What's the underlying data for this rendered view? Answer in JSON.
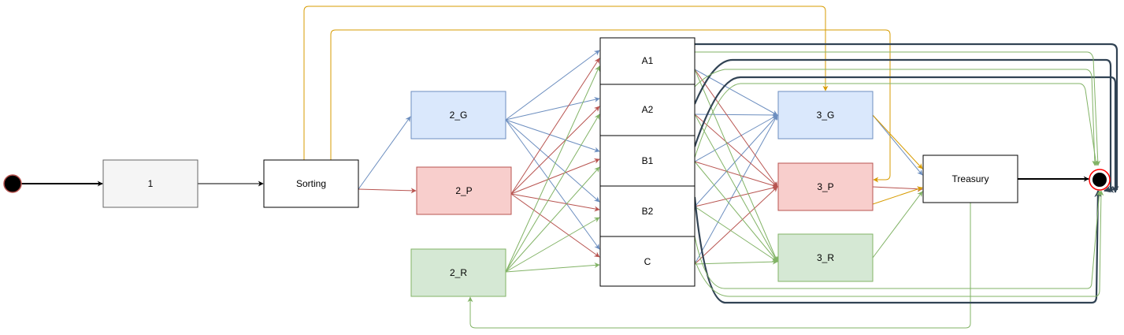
{
  "diagram": {
    "nodes": {
      "n1": "1",
      "sorting": "Sorting",
      "g2": "2_G",
      "p2": "2_P",
      "r2": "2_R",
      "a1": "A1",
      "a2": "A2",
      "b1": "B1",
      "b2": "B2",
      "c": "C",
      "g3": "3_G",
      "p3": "3_P",
      "r3": "3_R",
      "treasury": "Treasury"
    },
    "colors": {
      "blue_edge": "#6c8ebf",
      "red_edge": "#b85450",
      "green_edge": "#82b366",
      "gold_edge": "#d79b00",
      "dark_edge": "#314354",
      "black_edge": "#000000",
      "blue_fill": "#dae8fc",
      "red_fill": "#f8cecc",
      "green_fill": "#d5e8d4",
      "grey_fill": "#f5f5f5",
      "end_ring": "#ff0000"
    }
  }
}
